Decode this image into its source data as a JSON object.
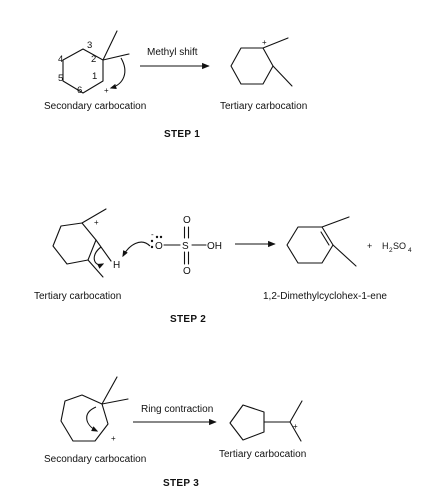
{
  "step1": {
    "reactant_label": "Secondary carbocation",
    "product_label": "Tertiary carbocation",
    "arrow_label": "Methyl shift",
    "step_label": "STEP 1",
    "ring_numbers": [
      "1",
      "2",
      "3",
      "4",
      "5",
      "6"
    ],
    "charge": "+",
    "product_charge": "+"
  },
  "step2": {
    "reactant_label": "Tertiary carbocation",
    "product_label": "1,2-Dimethylcyclohex-1-ene",
    "step_label": "STEP 2",
    "charge": "+",
    "hydrogen": "H",
    "oxygen_anion": "O",
    "anion_charge": "-",
    "sulfur": "S",
    "hydroxyl": "OH",
    "oxo_top": "O",
    "oxo_bottom": "O",
    "plus": "+",
    "byproduct_main": "H",
    "byproduct_sub1": "2",
    "byproduct_mid": "SO",
    "byproduct_sub2": "4"
  },
  "step3": {
    "reactant_label": "Secondary carbocation",
    "product_label": "Tertiary carbocation",
    "arrow_label": "Ring contraction",
    "step_label": "STEP 3",
    "charge": "+",
    "product_charge": "+"
  }
}
